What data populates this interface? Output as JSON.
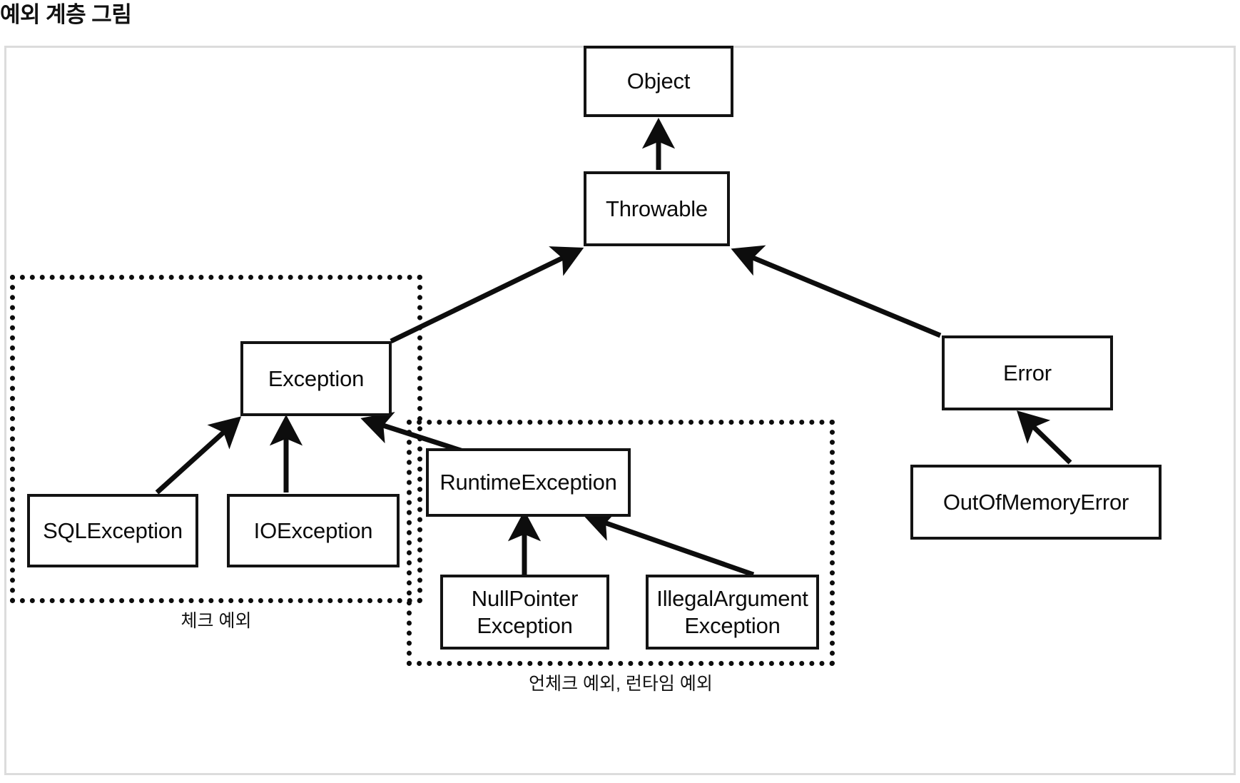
{
  "page": {
    "title": "예외 계층 그림"
  },
  "figure": {
    "frame_border_color": "#dcdcdc",
    "background_color": "#ffffff",
    "box_border_color": "#131313",
    "group_border_color": "#0d0d0d"
  },
  "nodes": {
    "object": "Object",
    "throwable": "Throwable",
    "exception": "Exception",
    "error": "Error",
    "sql_exception": "SQLException",
    "io_exception": "IOException",
    "runtime_exception": "RuntimeException",
    "null_pointer_exception": "NullPointer\nException",
    "illegal_argument_exception": "IllegalArgument\nException",
    "out_of_memory_error": "OutOfMemoryError"
  },
  "groups": {
    "checked": {
      "caption": "체크 예외"
    },
    "unchecked": {
      "caption": "언체크 예외, 런타임 예외"
    }
  },
  "chart_data": {
    "type": "diagram",
    "title": "예외 계층 그림",
    "diagram_kind": "class-hierarchy",
    "edge_style": "solid-arrow-pointing-to-parent",
    "nodes": [
      {
        "id": "Object",
        "label": "Object",
        "level": 0
      },
      {
        "id": "Throwable",
        "label": "Throwable",
        "level": 1
      },
      {
        "id": "Exception",
        "label": "Exception",
        "level": 2
      },
      {
        "id": "Error",
        "label": "Error",
        "level": 2
      },
      {
        "id": "SQLException",
        "label": "SQLException",
        "level": 3
      },
      {
        "id": "IOException",
        "label": "IOException",
        "level": 3
      },
      {
        "id": "RuntimeException",
        "label": "RuntimeException",
        "level": 3
      },
      {
        "id": "OutOfMemoryError",
        "label": "OutOfMemoryError",
        "level": 3
      },
      {
        "id": "NullPointerException",
        "label": "NullPointer Exception",
        "level": 4
      },
      {
        "id": "IllegalArgumentException",
        "label": "IllegalArgument Exception",
        "level": 4
      }
    ],
    "edges": [
      {
        "from": "Throwable",
        "to": "Object"
      },
      {
        "from": "Exception",
        "to": "Throwable"
      },
      {
        "from": "Error",
        "to": "Throwable"
      },
      {
        "from": "SQLException",
        "to": "Exception"
      },
      {
        "from": "IOException",
        "to": "Exception"
      },
      {
        "from": "RuntimeException",
        "to": "Exception"
      },
      {
        "from": "NullPointerException",
        "to": "RuntimeException"
      },
      {
        "from": "IllegalArgumentException",
        "to": "RuntimeException"
      },
      {
        "from": "OutOfMemoryError",
        "to": "Error"
      }
    ],
    "groups": [
      {
        "caption": "체크 예외",
        "members": [
          "Exception",
          "SQLException",
          "IOException"
        ],
        "border": "dotted"
      },
      {
        "caption": "언체크 예외, 런타임 예외",
        "members": [
          "RuntimeException",
          "NullPointerException",
          "IllegalArgumentException"
        ],
        "border": "dotted"
      }
    ]
  }
}
